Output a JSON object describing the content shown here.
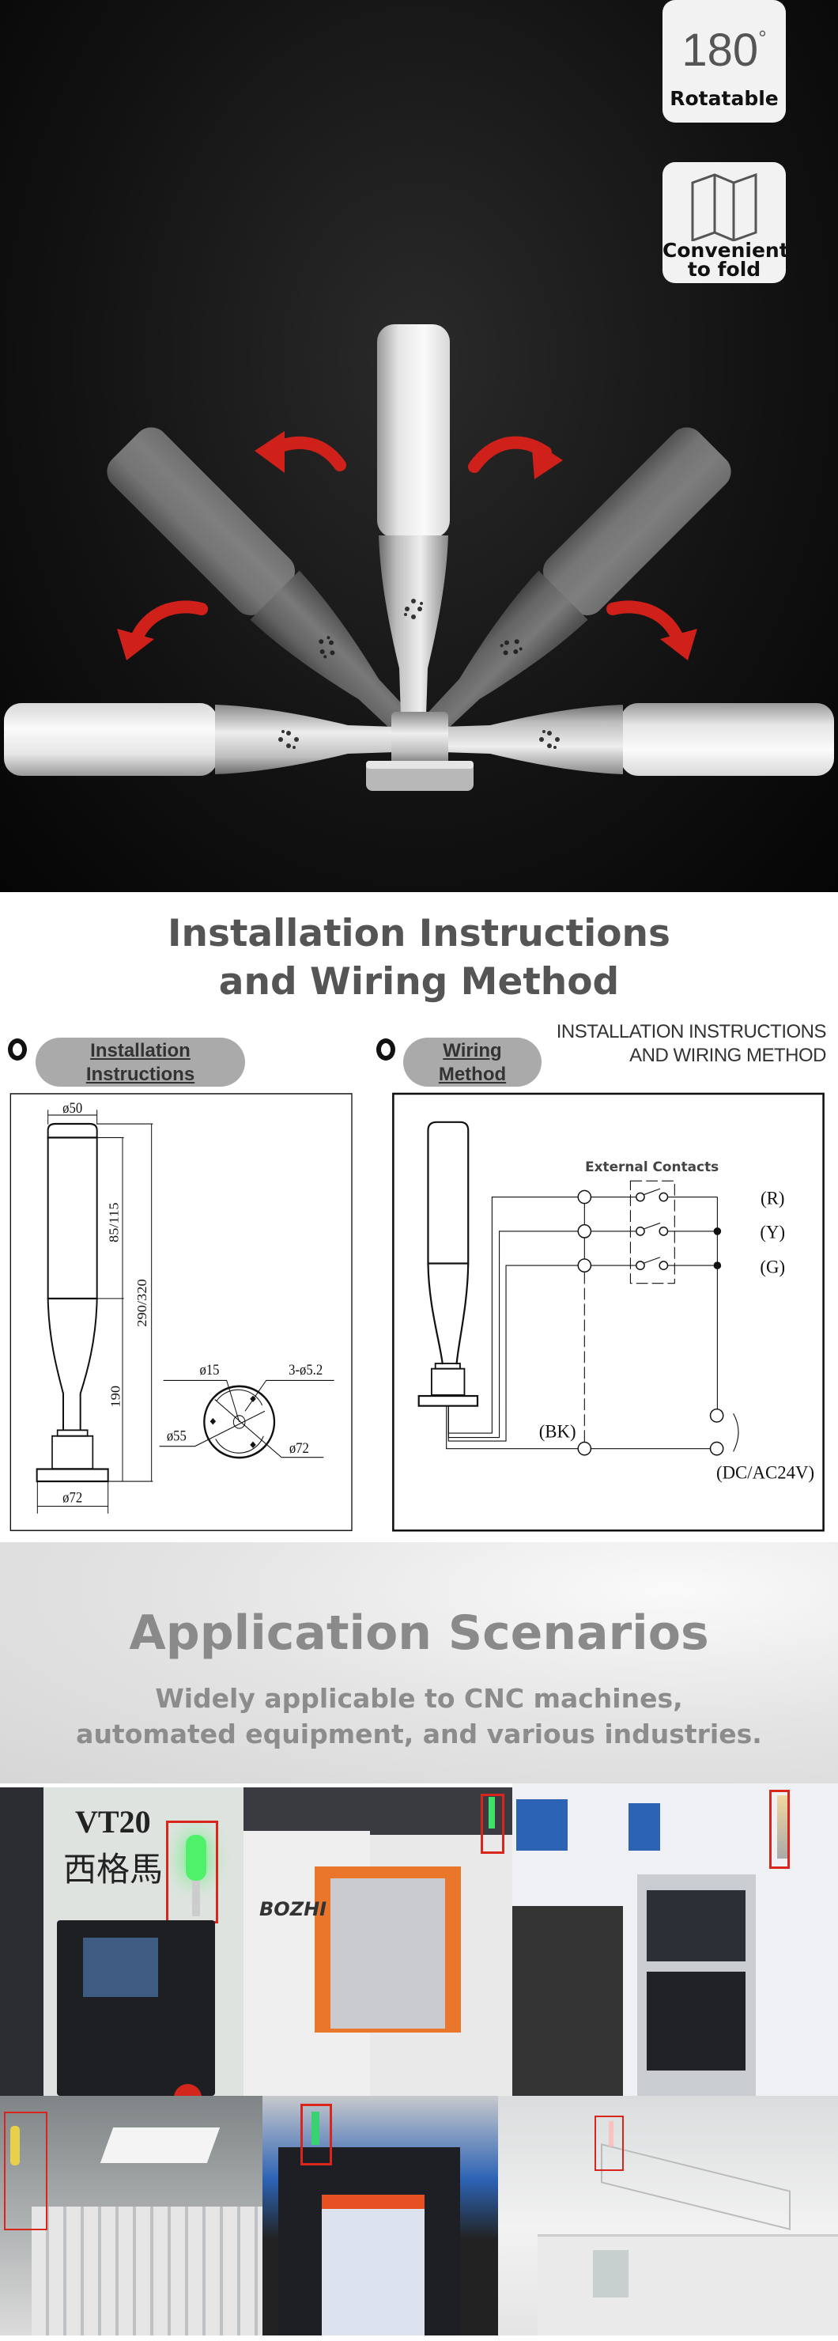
{
  "hero": {
    "badges": [
      {
        "value": "180",
        "unit": "°",
        "label": "Rotatable",
        "icon": "rotate-180-icon"
      },
      {
        "label_line1": "Convenient",
        "label_line2": "to fold",
        "icon": "folded-map-icon"
      }
    ],
    "arrow_color": "#d0201a"
  },
  "install": {
    "title_line1": "Installation Instructions",
    "title_line2": "and Wiring Method",
    "left_pill": {
      "line1": "Installation",
      "line2": "Instructions"
    },
    "right_pill": {
      "line1": "Wiring",
      "line2": "Method"
    },
    "right_title_line1": "INSTALLATION INSTRUCTIONS",
    "right_title_line2": "AND WIRING METHOD",
    "dimensions": {
      "top_diameter": "ø50",
      "upper_height": "85/115",
      "total_height": "290/320",
      "lower_height": "190",
      "base_diameter": "ø72",
      "center_hole": "ø15",
      "mount_holes": "3-ø5.2",
      "hole_circle": "ø55",
      "plate_diameter": "ø72"
    },
    "wiring": {
      "contacts_label": "External Contacts",
      "red": "(R)",
      "yellow": "(Y)",
      "green": "(G)",
      "common": "(BK)",
      "power": "(DC/AC24V)"
    }
  },
  "applications": {
    "title": "Application Scenarios",
    "subtitle_line1": "Widely applicable to CNC machines,",
    "subtitle_line2": "automated equipment, and various industries.",
    "highlight_color": "#d9261c",
    "photo_texts": {
      "model": "VT20",
      "brand_cn": "西格馬",
      "machine_brand": "BOZHI"
    }
  }
}
